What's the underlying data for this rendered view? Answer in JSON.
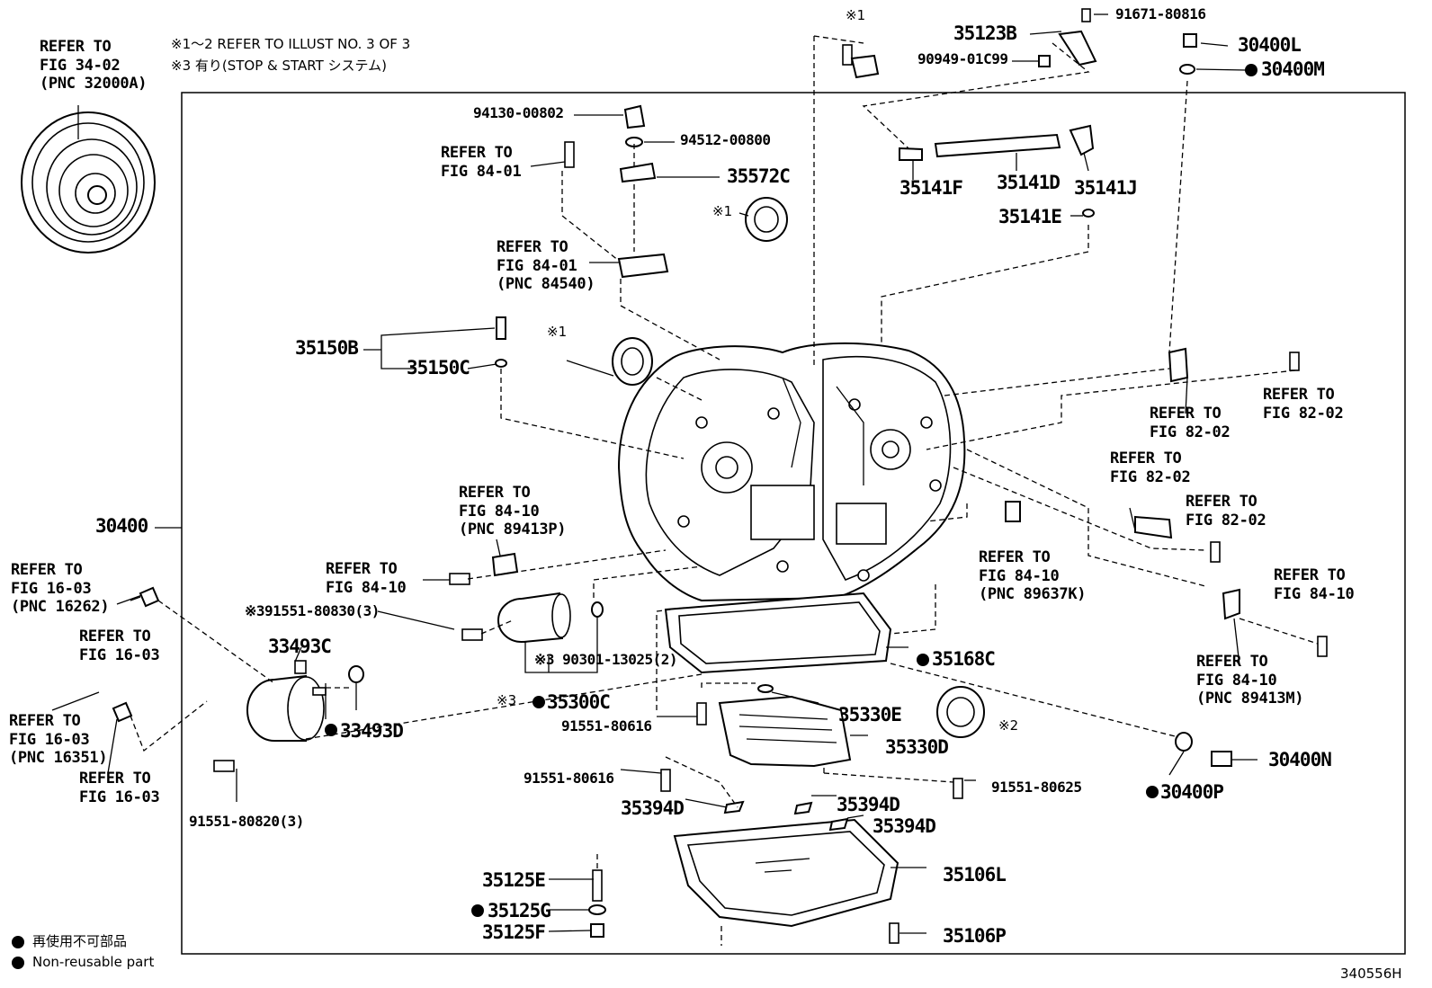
{
  "notes": {
    "note1": "※1～2 REFER TO ILLUST NO. 3 OF 3",
    "note3": "※3 有り(STOP & START システム)",
    "legend_ja": "再使用不可部品",
    "legend_en": "Non-reusable part",
    "illust_no": "340556H"
  },
  "refers": {
    "r34": [
      "REFER TO",
      "FIG 34-02",
      "(PNC 32000A)"
    ],
    "r84a": [
      "REFER TO",
      "FIG 84-01"
    ],
    "r84b": [
      "REFER TO",
      "FIG 84-01",
      "(PNC 84540)"
    ],
    "r84p": [
      "REFER TO",
      "FIG 84-10",
      "(PNC 89413P)"
    ],
    "r84c": [
      "REFER TO",
      "FIG 84-10"
    ],
    "r16a": [
      "REFER TO",
      "FIG 16-03",
      "(PNC 16262)"
    ],
    "r16b": [
      "REFER TO",
      "FIG 16-03"
    ],
    "r16c": [
      "REFER TO",
      "FIG 16-03",
      "(PNC 16351)"
    ],
    "r16d": [
      "REFER TO",
      "FIG 16-03"
    ],
    "r82a": [
      "REFER TO",
      "FIG 82-02"
    ],
    "r82b": [
      "REFER TO",
      "FIG 82-02"
    ],
    "r82c": [
      "REFER TO",
      "FIG 82-02"
    ],
    "r82d": [
      "REFER TO",
      "FIG 82-02"
    ],
    "r84k": [
      "REFER TO",
      "FIG 84-10",
      "(PNC 89637K)"
    ],
    "r84d": [
      "REFER TO",
      "FIG 84-10"
    ],
    "r84m": [
      "REFER TO",
      "FIG 84-10",
      "(PNC 89413M)"
    ]
  },
  "parts": {
    "p30400": "30400",
    "p94130": "94130-00802",
    "p94512": "94512-00800",
    "p35572C": "35572C",
    "p35150B": "35150B",
    "p35150C": "35150C",
    "p35123B": "35123B",
    "p91671": "91671-80816",
    "p90949": "90949-01C99",
    "p30400L": "30400L",
    "p30400M": "30400M",
    "p35141F": "35141F",
    "p35141D": "35141D",
    "p35141J": "35141J",
    "p35141E": "35141E",
    "p91551_80830": "※391551-80830(3)",
    "p33493C": "33493C",
    "p33493D": "33493D",
    "p90301": "※3 90301-13025(2)",
    "p35300C": "35300C",
    "p35168C": "35168C",
    "p35330E": "35330E",
    "p35330D": "35330D",
    "p91551_80616a": "91551-80616",
    "p91551_80616b": "91551-80616",
    "p91551_80625": "91551-80625",
    "p91551_80820": "91551-80820(3)",
    "p35394D_a": "35394D",
    "p35394D_b": "35394D",
    "p35394D_c": "35394D",
    "p30400N": "30400N",
    "p30400P": "30400P",
    "p35106L": "35106L",
    "p35106P": "35106P",
    "p35125E": "35125E",
    "p35125G": "35125G",
    "p35125F": "35125F"
  },
  "marks": {
    "m1a": "※1",
    "m1b": "※1",
    "m1c": "※1",
    "m2": "※2",
    "m3a": "※3"
  }
}
